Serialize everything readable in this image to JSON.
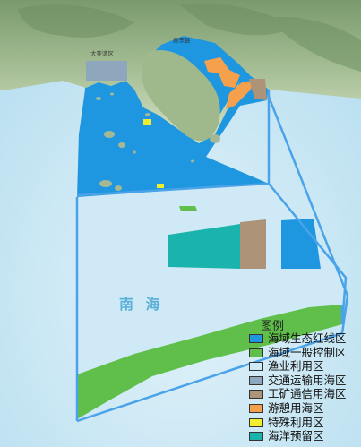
{
  "map": {
    "place_labels": {
      "district": "大亚湾区",
      "county": "惠东县"
    },
    "sea_label": "南   海"
  },
  "legend": {
    "title": "图例",
    "items": [
      {
        "label": "海域生态红线区",
        "color": "#1e97e0"
      },
      {
        "label": "海域一般控制区",
        "color": "#5fbf4a"
      },
      {
        "label": "渔业利用区",
        "color": "#cdeaf6"
      },
      {
        "label": "交通运输用海区",
        "color": "#8fa7bd"
      },
      {
        "label": "工矿通信用海区",
        "color": "#ad9478"
      },
      {
        "label": "游憩用海区",
        "color": "#f5a04d"
      },
      {
        "label": "特殊利用区",
        "color": "#f0ec2e"
      },
      {
        "label": "海洋预留区",
        "color": "#1ab4ac"
      }
    ]
  }
}
